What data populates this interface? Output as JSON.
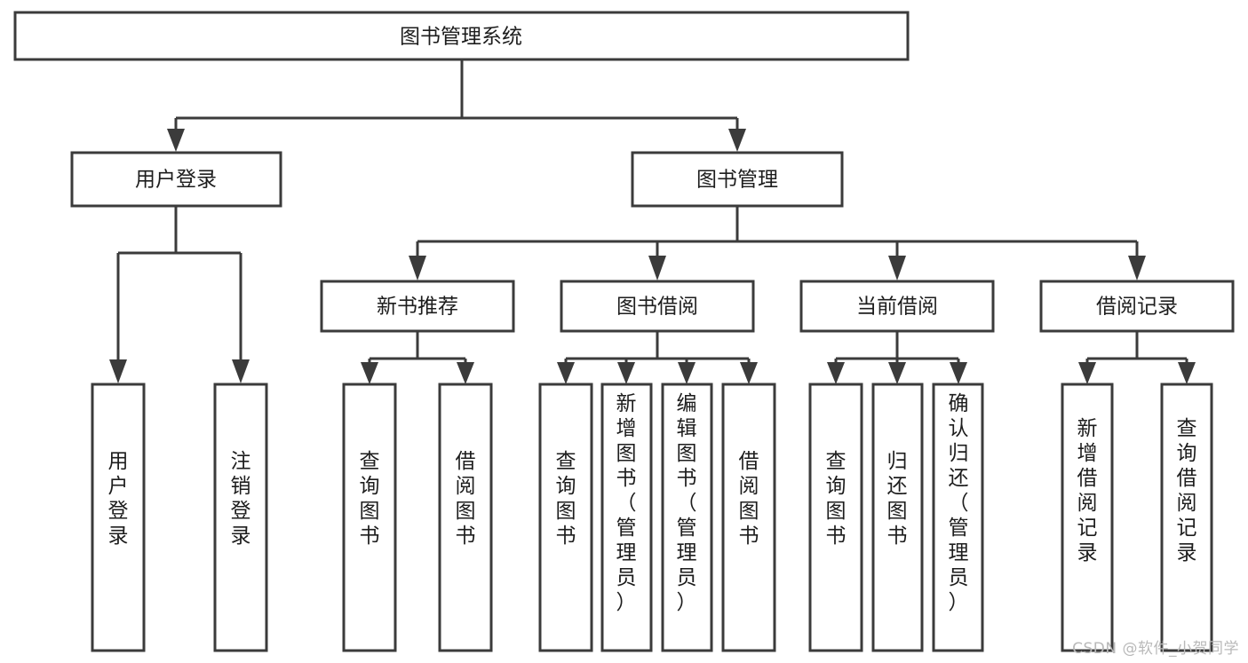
{
  "diagram": {
    "title": "图书管理系统",
    "type": "tree-hierarchy",
    "root": {
      "id": "root",
      "label": "图书管理系统",
      "orientation": "horizontal"
    },
    "level2": [
      {
        "id": "user-login",
        "label": "用户登录",
        "orientation": "horizontal"
      },
      {
        "id": "book-manage",
        "label": "图书管理",
        "orientation": "horizontal"
      }
    ],
    "level3": [
      {
        "id": "new-book-recommend",
        "label": "新书推荐",
        "orientation": "horizontal",
        "parent": "book-manage"
      },
      {
        "id": "book-borrow",
        "label": "图书借阅",
        "orientation": "horizontal",
        "parent": "book-manage"
      },
      {
        "id": "current-borrow",
        "label": "当前借阅",
        "orientation": "horizontal",
        "parent": "book-manage"
      },
      {
        "id": "borrow-record",
        "label": "借阅记录",
        "orientation": "horizontal",
        "parent": "book-manage"
      }
    ],
    "leaves": [
      {
        "id": "leaf-user-login",
        "label": "用户登录",
        "parent": "user-login",
        "orientation": "vertical"
      },
      {
        "id": "leaf-logout-login",
        "label": "注销登录",
        "parent": "user-login",
        "orientation": "vertical"
      },
      {
        "id": "leaf-query-book-rec",
        "label": "查询图书",
        "parent": "new-book-recommend",
        "orientation": "vertical"
      },
      {
        "id": "leaf-borrow-book-rec",
        "label": "借阅图书",
        "parent": "new-book-recommend",
        "orientation": "vertical"
      },
      {
        "id": "leaf-query-book-borrow",
        "label": "查询图书",
        "parent": "book-borrow",
        "orientation": "vertical"
      },
      {
        "id": "leaf-add-book-admin",
        "label": "新增图书（管理员）",
        "parent": "book-borrow",
        "orientation": "vertical"
      },
      {
        "id": "leaf-edit-book-admin",
        "label": "编辑图书（管理员）",
        "parent": "book-borrow",
        "orientation": "vertical"
      },
      {
        "id": "leaf-borrow-book",
        "label": "借阅图书",
        "parent": "book-borrow",
        "orientation": "vertical"
      },
      {
        "id": "leaf-query-book-cur",
        "label": "查询图书",
        "parent": "current-borrow",
        "orientation": "vertical"
      },
      {
        "id": "leaf-return-book",
        "label": "归还图书",
        "parent": "current-borrow",
        "orientation": "vertical"
      },
      {
        "id": "leaf-confirm-return-admin",
        "label": "确认归还（管理员）",
        "parent": "current-borrow",
        "orientation": "vertical"
      },
      {
        "id": "leaf-add-borrow-record",
        "label": "新增借阅记录",
        "parent": "borrow-record",
        "orientation": "vertical"
      },
      {
        "id": "leaf-query-borrow-record",
        "label": "查询借阅记录",
        "parent": "borrow-record",
        "orientation": "vertical"
      }
    ]
  },
  "watermark": {
    "text": "CSDN @软件_小贺同学"
  },
  "colors": {
    "box_stroke": "#3b3b3b",
    "box_fill": "#ffffff",
    "connector": "#3b3b3b",
    "text": "#1d1d1d",
    "background": "#ffffff",
    "watermark": "#b9b9b9"
  }
}
